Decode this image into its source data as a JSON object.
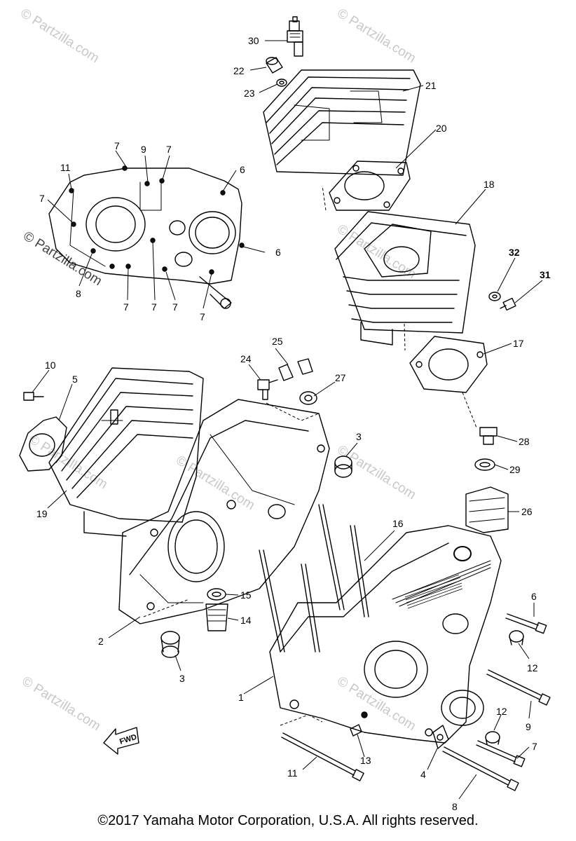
{
  "watermarks": [
    {
      "text": "© Partzilla.com"
    },
    {
      "text": "© Partzilla.com"
    },
    {
      "text": "© Partzilla.com"
    },
    {
      "text": "© Partzilla.com"
    },
    {
      "text": "© Partzilla.com"
    },
    {
      "text": "© Partzilla.com"
    },
    {
      "text": "© Partzilla.com"
    },
    {
      "text": "© Partzilla.com"
    },
    {
      "text": "© Partzilla.com"
    }
  ],
  "callouts": {
    "p30": "30",
    "p22": "22",
    "p23": "23",
    "p21": "21",
    "p20": "20",
    "p18": "18",
    "p32": "32",
    "p31": "31",
    "p17": "17",
    "u7a": "7",
    "u9": "9",
    "u7b": "7",
    "u11": "11",
    "u6a": "6",
    "u7c": "7",
    "u6b": "6",
    "u8": "8",
    "u7d": "7",
    "u7e": "7",
    "u7f": "7",
    "u7g": "7",
    "p10": "10",
    "p5": "5",
    "p25": "25",
    "p24": "24",
    "p27": "27",
    "p3a": "3",
    "p28": "28",
    "p29": "29",
    "p26": "26",
    "p19": "19",
    "p16": "16",
    "p15": "15",
    "p14": "14",
    "p6": "6",
    "p2": "2",
    "p12a": "12",
    "p3b": "3",
    "p1": "1",
    "p9": "9",
    "p12b": "12",
    "p7": "7",
    "p13": "13",
    "p4": "4",
    "p11": "11",
    "p8": "8"
  },
  "fwd_label": "FWD",
  "copyright": "©2017 Yamaha Motor Corporation, U.S.A. All rights reserved."
}
